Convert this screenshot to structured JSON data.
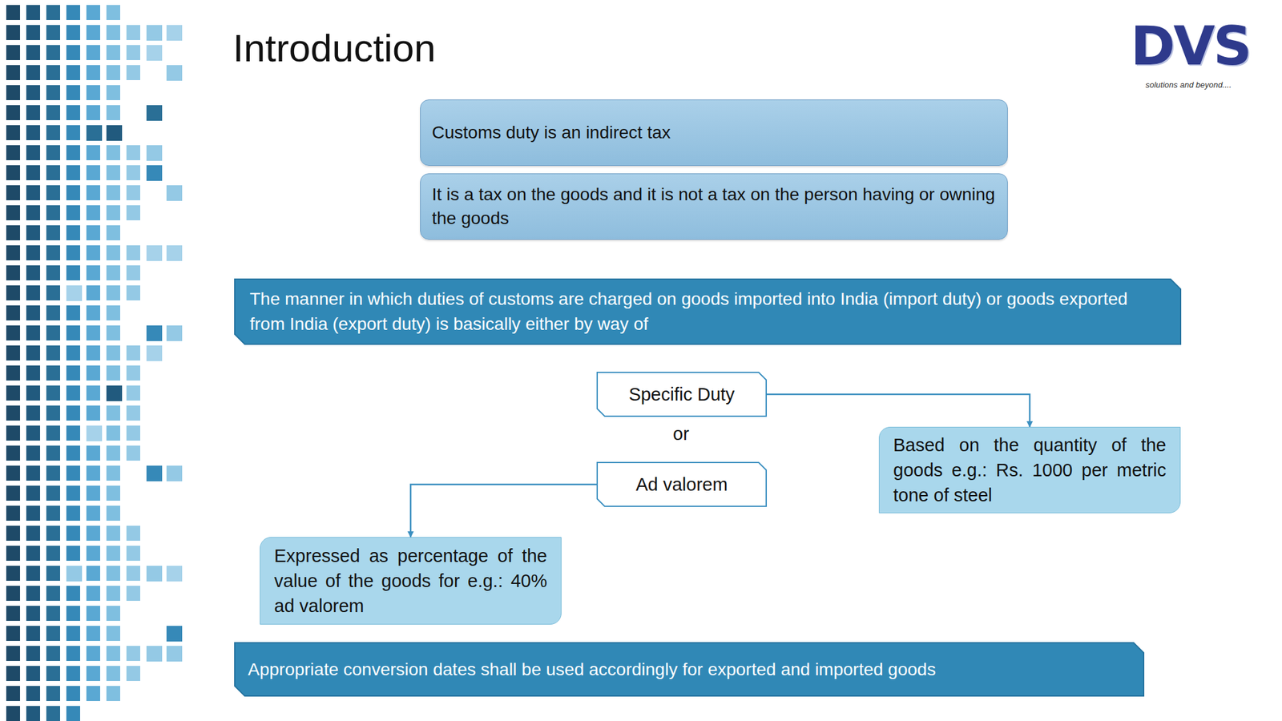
{
  "diagram": {
    "title": "Introduction",
    "nodes": [
      {
        "text": [
          "Customs duty is an indirect tax"
        ]
      },
      {
        "text": [
          "It is a tax on the goods and it is not a tax on the person having or owning the goods"
        ]
      },
      {
        "text": [
          "The manner in which duties of customs are charged on goods imported into India (import duty) or goods exported from India (export duty) is basically either by way of"
        ]
      },
      {
        "text": [
          "Specific Duty"
        ]
      },
      {
        "text": [
          "Based on the quantity of the goods e.g.: Rs. 1000 per metric tone of steel"
        ]
      },
      {
        "text": [
          "Ad valorem"
        ]
      },
      {
        "text": [
          "Expressed as percentage of the value of the goods for e.g.: 40% ad valorem"
        ]
      },
      {
        "text": [
          "Appropriate conversion dates shall be used accordingly for exported and imported goods"
        ]
      }
    ],
    "edges": [
      {
        "from": 3,
        "to": 4,
        "arrow": "to"
      },
      {
        "from": 5,
        "to": 6,
        "arrow": "to"
      }
    ],
    "labels": [
      "or",
      "DVS",
      "solutions and beyond...."
    ]
  }
}
